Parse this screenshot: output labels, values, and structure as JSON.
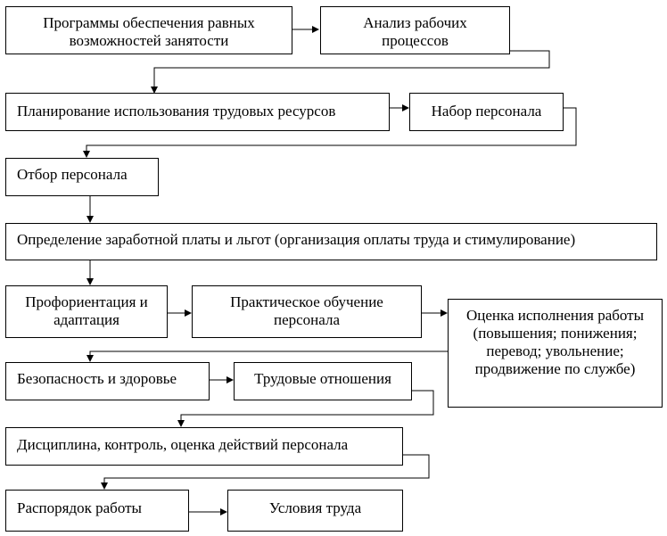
{
  "nodes": {
    "equal_employment": "Программы обеспечения равных возможностей занятости",
    "work_process_analysis": "Анализ рабочих процессов",
    "workforce_planning": "Планирование использования трудовых ресурсов",
    "recruitment": "Набор персонала",
    "selection": "Отбор персонала",
    "compensation": "Определение заработной платы и льгот (организация оплаты труда и стимулирование)",
    "orientation": "Профориентация и адаптация",
    "training": "Практическое обучение персонала",
    "performance_title": "Оценка исполнения работы",
    "performance_detail": "(повышения; понижения; перевод; увольнение; продвижение по службе)",
    "safety": "Безопасность и здоровье",
    "labor_relations": "Трудовые отношения",
    "discipline": "Дисциплина, контроль, оценка действий персонала",
    "work_schedule": "Распорядок работы",
    "work_conditions": "Условия труда"
  }
}
